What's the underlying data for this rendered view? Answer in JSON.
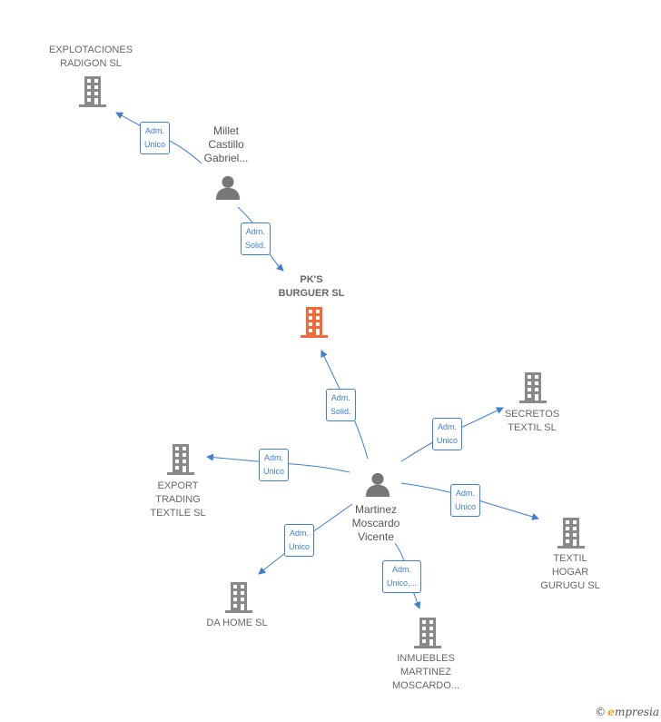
{
  "diagram": {
    "colors": {
      "edge": "#3c7fd4",
      "company": "#8a8a8a",
      "main_company": "#f26a3a",
      "person": "#777777"
    },
    "nodes": {
      "explotaciones": {
        "lines": [
          "EXPLOTACIONES",
          "RADIGON SL"
        ],
        "icon": "building-icon"
      },
      "millet": {
        "lines": [
          "Millet",
          "Castillo",
          "Gabriel..."
        ],
        "icon": "person-icon"
      },
      "pks": {
        "lines": [
          "PK'S",
          "BURGUER  SL"
        ],
        "icon": "building-icon"
      },
      "secretos": {
        "lines": [
          "SECRETOS",
          "TEXTIL  SL"
        ],
        "icon": "building-icon"
      },
      "export": {
        "lines": [
          "EXPORT",
          "TRADING",
          "TEXTILE SL"
        ],
        "icon": "building-icon"
      },
      "martinez": {
        "lines": [
          "Martinez",
          "Moscardo",
          "Vicente"
        ],
        "icon": "person-icon"
      },
      "textil": {
        "lines": [
          "TEXTIL",
          "HOGAR",
          "GURUGU  SL"
        ],
        "icon": "building-icon"
      },
      "dahome": {
        "lines": [
          "DA HOME  SL"
        ],
        "icon": "building-icon"
      },
      "inmuebles": {
        "lines": [
          "INMUEBLES",
          "MARTINEZ",
          "MOSCARDO..."
        ],
        "icon": "building-icon"
      }
    },
    "edges": [
      {
        "id": "millet-explotaciones",
        "lines": [
          "Adm.",
          "Unico"
        ]
      },
      {
        "id": "millet-pks",
        "lines": [
          "Adm.",
          "Solid."
        ]
      },
      {
        "id": "martinez-pks",
        "lines": [
          "Adm.",
          "Solid."
        ]
      },
      {
        "id": "martinez-secretos",
        "lines": [
          "Adm.",
          "Unico"
        ]
      },
      {
        "id": "martinez-export",
        "lines": [
          "Adm.",
          "Unico"
        ]
      },
      {
        "id": "martinez-textil",
        "lines": [
          "Adm.",
          "Unico"
        ]
      },
      {
        "id": "martinez-dahome",
        "lines": [
          "Adm.",
          "Unico"
        ]
      },
      {
        "id": "martinez-inmuebles",
        "lines": [
          "Adm.",
          "Unico,..."
        ]
      }
    ]
  },
  "brand": {
    "copyright": "©",
    "e": "e",
    "rest": "mpresia"
  }
}
